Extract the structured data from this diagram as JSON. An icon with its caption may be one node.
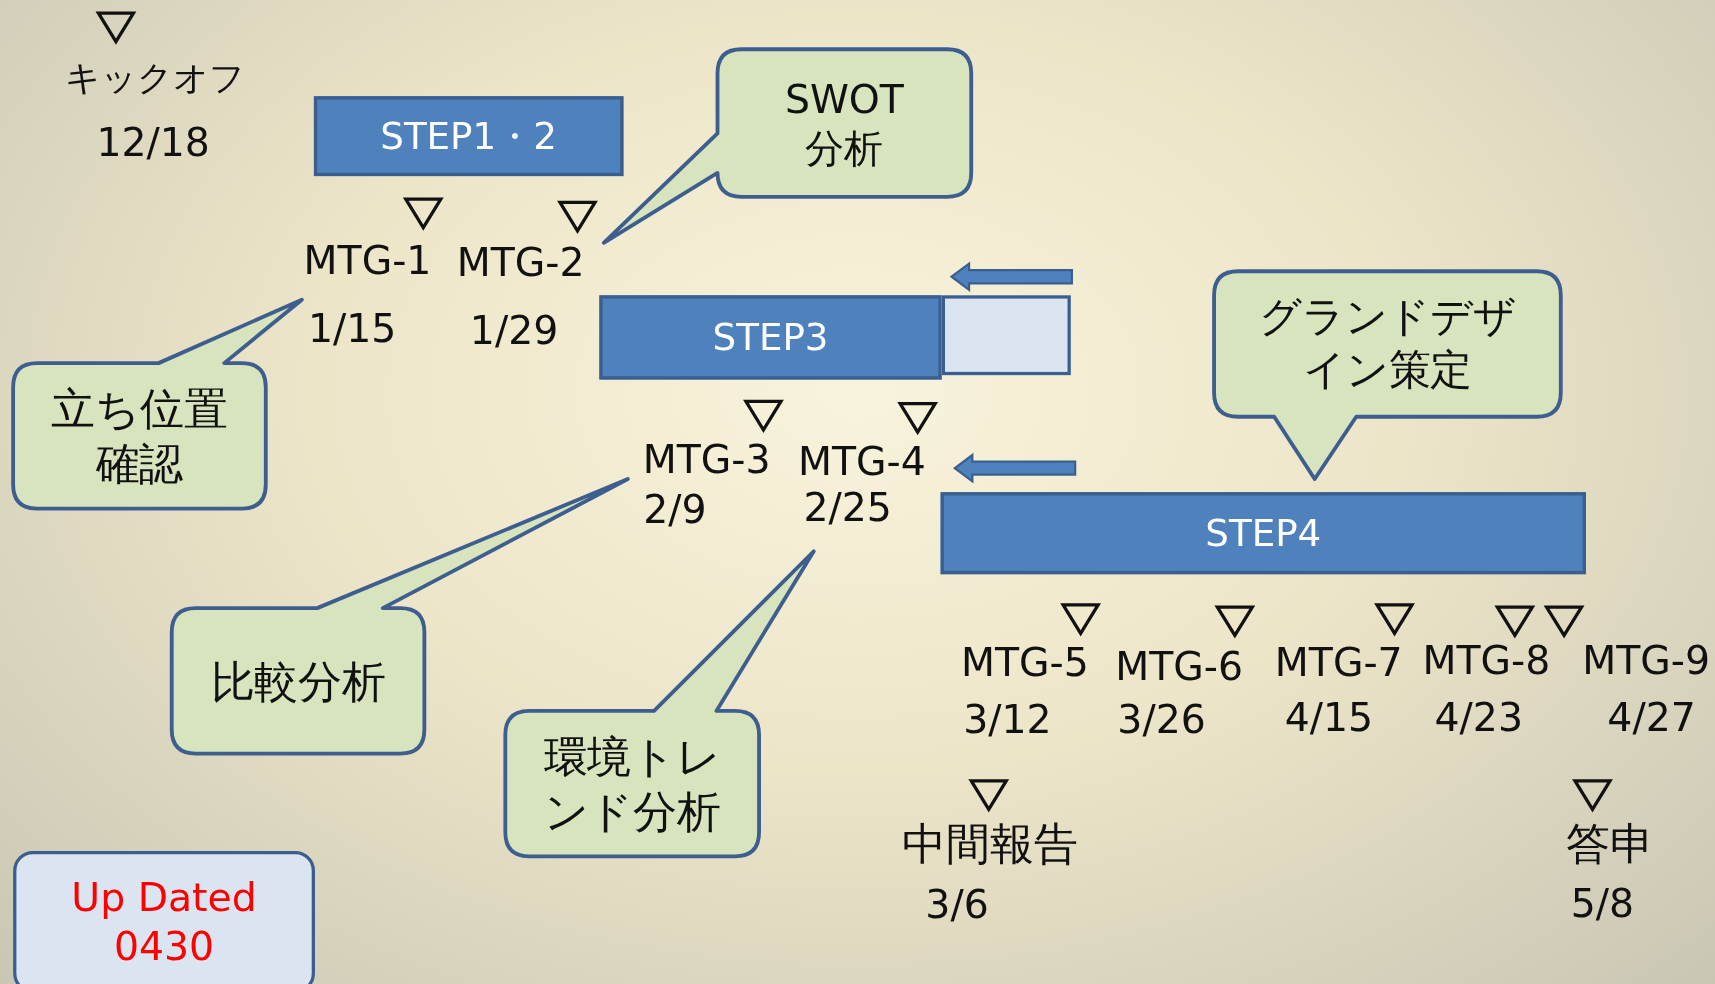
{
  "diagram": {
    "nodes": [
      {
        "text": [
          "STEP1・2"
        ]
      },
      {
        "text": [
          "SWOT 分析"
        ]
      },
      {
        "text": [
          "STEP3"
        ]
      },
      {
        "text": [],
        "shape": "bar"
      },
      {
        "text": [
          "立ち位置確認"
        ]
      },
      {
        "text": [
          "グランドデザイン策定"
        ]
      },
      {
        "text": [
          "STEP4"
        ]
      },
      {
        "text": [
          "比較分析"
        ]
      },
      {
        "text": [
          "環境トレンド分析"
        ]
      },
      {
        "text": [
          "Up Dated 0430"
        ]
      }
    ],
    "labels": [
      "キックオフ",
      "12/18",
      "MTG-1",
      "MTG-2",
      "1/15",
      "1/29",
      "MTG-3",
      "2/9",
      "MTG-4",
      "2/25",
      "MTG-5",
      "MTG-6",
      "MTG-7",
      "MTG-8",
      "MTG-9",
      "3/12",
      "3/26",
      "4/15",
      "4/23",
      "4/27",
      "中間報告",
      "3/6",
      "答申",
      "5/8"
    ]
  }
}
